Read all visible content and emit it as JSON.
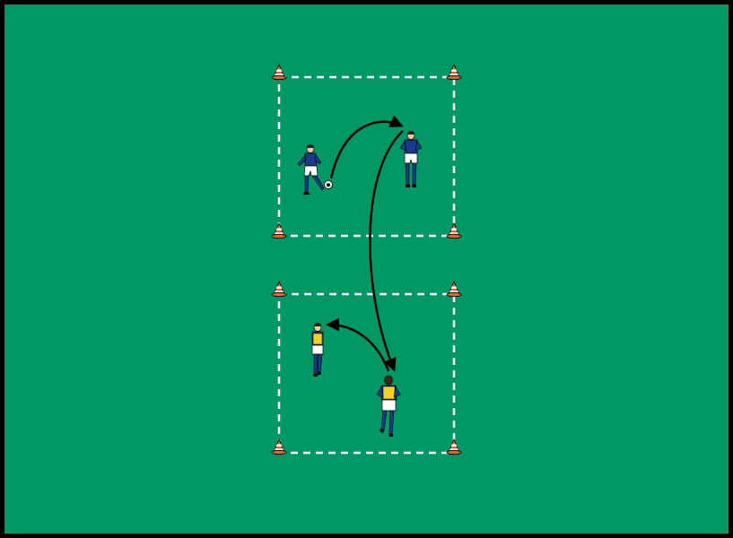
{
  "diagram": {
    "colors": {
      "pitch": "#009966",
      "border": "#000000",
      "grid_line": "#ffffff",
      "arrow": "#000000",
      "cone": "#e8622a",
      "team_a_shirt": "#1a3a8a",
      "team_b_bib": "#f2d21e",
      "shorts": "#ffffff",
      "socks": "#1a3a8a"
    },
    "grids": [
      {
        "name": "top-grid",
        "cones": 4
      },
      {
        "name": "bottom-grid",
        "cones": 4
      }
    ],
    "players": [
      {
        "name": "player-passer",
        "team": "blue",
        "has_ball": true
      },
      {
        "name": "player-receiver",
        "team": "blue",
        "has_ball": false
      },
      {
        "name": "player-bib-left",
        "team": "yellow-bib",
        "has_ball": false
      },
      {
        "name": "player-bib-runner",
        "team": "yellow-bib",
        "has_ball": false
      }
    ],
    "arrows": [
      {
        "name": "pass-arrow",
        "from": "player-passer",
        "to": "player-receiver"
      },
      {
        "name": "long-pass-arrow",
        "from": "player-receiver",
        "to": "player-bib-runner"
      },
      {
        "name": "short-pass-arrow",
        "from": "player-bib-runner",
        "to": "player-bib-left"
      }
    ],
    "icons": [
      "cone-icon",
      "soccer-ball-icon",
      "player-icon",
      "arrow-icon"
    ]
  }
}
